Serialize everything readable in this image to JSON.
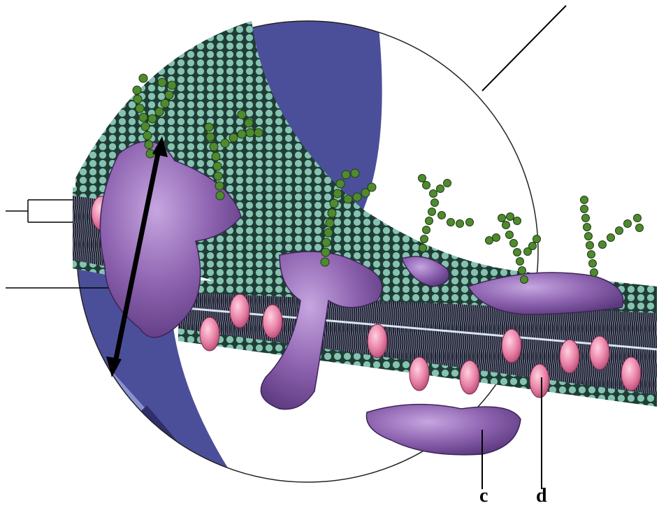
{
  "labels": {
    "c": "c",
    "d": "d"
  },
  "colors": {
    "phospholipid_head": "#7fb8a8",
    "phospholipid_head_stroke": "#1d3f36",
    "tail_region": "#23263a",
    "protein": "#8e63b0",
    "protein_dark": "#5d3a80",
    "channel_pink": "#e77fa4",
    "glycan": "#4f8a2e",
    "background_band_1": "#4b4f9a",
    "background_band_2": "#8a91cf",
    "background_band_3": "#2e2f6b"
  },
  "icons": [
    "cell-membrane-illustration"
  ]
}
